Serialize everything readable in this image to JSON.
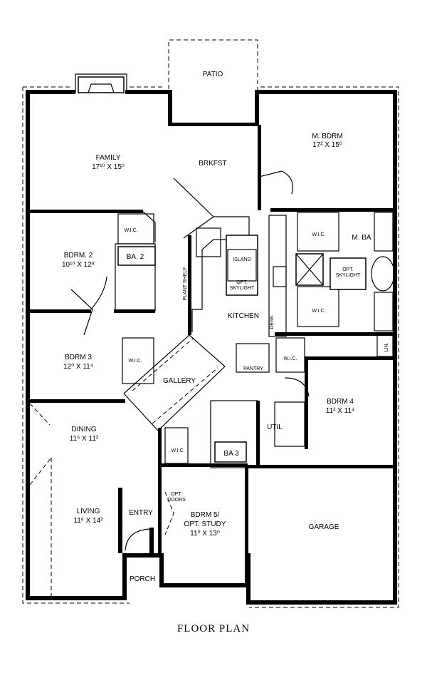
{
  "title": "FLOOR PLAN",
  "rooms": {
    "patio": {
      "name": "PATIO"
    },
    "family": {
      "name": "FAMILY",
      "size": "17¹⁰ X 15⁰"
    },
    "brkfst": {
      "name": "BRKFST"
    },
    "mbdrm": {
      "name": "M. BDRM",
      "size": "17² X 15⁰"
    },
    "bdrm2": {
      "name": "BDRM. 2",
      "size": "10¹⁰ X 12⁸"
    },
    "ba2": {
      "name": "BA. 2"
    },
    "bdrm3": {
      "name": "BDRM 3",
      "size": "12⁰ X 11⁴"
    },
    "kitchen": {
      "name": "KITCHEN"
    },
    "mba": {
      "name": "M. BA"
    },
    "gallery": {
      "name": "GALLERY"
    },
    "pantry": {
      "name": "PANTRY"
    },
    "bdrm4": {
      "name": "BDRM 4",
      "size": "11² X 11⁴"
    },
    "util": {
      "name": "UTIL"
    },
    "ba3": {
      "name": "BA 3"
    },
    "dining": {
      "name": "DINING",
      "size": "11⁶ X 11²"
    },
    "living": {
      "name": "LIVING",
      "size": "11⁶ X 14²"
    },
    "entry": {
      "name": "ENTRY"
    },
    "bdrm5": {
      "name": "BDRM 5/",
      "name2": "OPT. STUDY",
      "size": "11⁰ X 13⁰"
    },
    "garage": {
      "name": "GARAGE"
    },
    "porch": {
      "name": "PORCH"
    }
  },
  "notes": {
    "wic": "W.I.C.",
    "island": "ISLAND",
    "opt": "OPT.",
    "skylight": "SKYLIGHT",
    "plant_shelf": "PLANT SHELF",
    "desk": "DESK",
    "lin": "LIN.",
    "doors": "DOORS"
  }
}
